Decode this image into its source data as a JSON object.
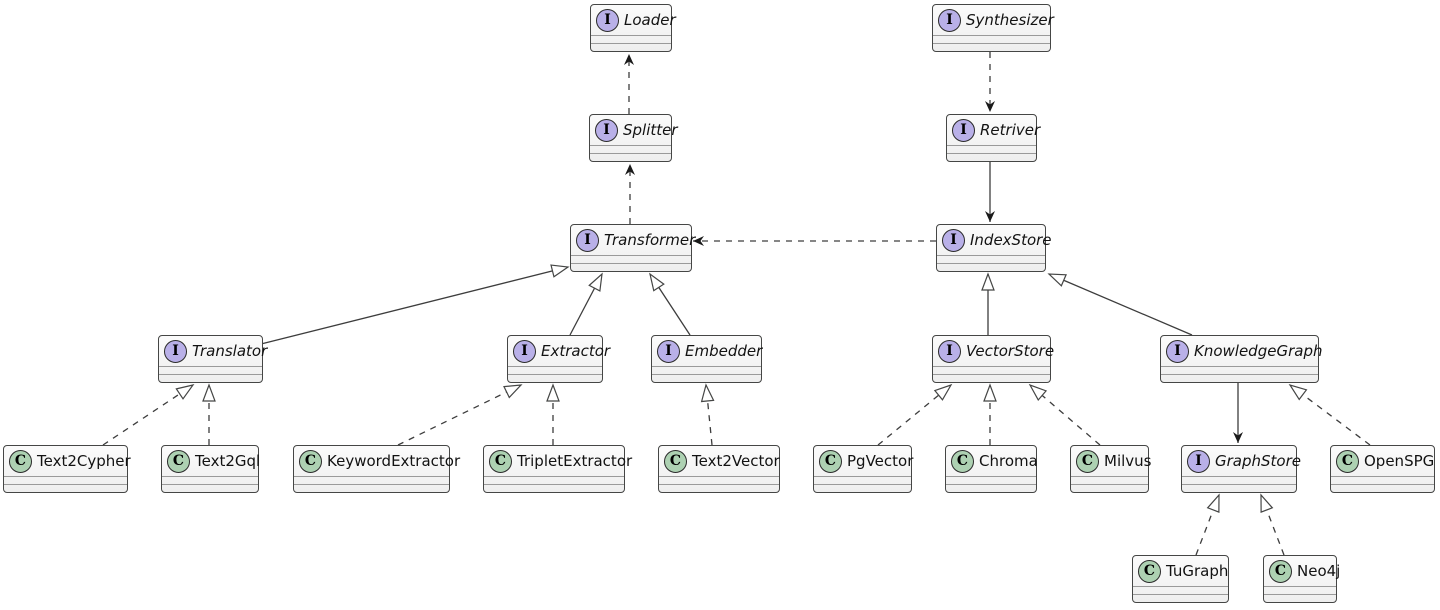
{
  "diagram_type": "uml-class-diagram",
  "colors": {
    "interface_badge": "#b9b0e8",
    "class_badge": "#add1b2",
    "node_fill": "#f1f1f2",
    "node_border": "#454645",
    "edge_stroke": "#3d3d3d"
  },
  "nodes": {
    "loader": {
      "label": "Loader",
      "type": "interface",
      "badge": "I"
    },
    "synthesizer": {
      "label": "Synthesizer",
      "type": "interface",
      "badge": "I"
    },
    "splitter": {
      "label": "Splitter",
      "type": "interface",
      "badge": "I"
    },
    "retriver": {
      "label": "Retriver",
      "type": "interface",
      "badge": "I"
    },
    "transformer": {
      "label": "Transformer",
      "type": "interface",
      "badge": "I"
    },
    "indexstore": {
      "label": "IndexStore",
      "type": "interface",
      "badge": "I"
    },
    "translator": {
      "label": "Translator",
      "type": "interface",
      "badge": "I"
    },
    "extractor": {
      "label": "Extractor",
      "type": "interface",
      "badge": "I"
    },
    "embedder": {
      "label": "Embedder",
      "type": "interface",
      "badge": "I"
    },
    "vectorstore": {
      "label": "VectorStore",
      "type": "interface",
      "badge": "I"
    },
    "knowledgegraph": {
      "label": "KnowledgeGraph",
      "type": "interface",
      "badge": "I"
    },
    "text2cypher": {
      "label": "Text2Cypher",
      "type": "class",
      "badge": "C"
    },
    "text2gql": {
      "label": "Text2Gql",
      "type": "class",
      "badge": "C"
    },
    "keywordextractor": {
      "label": "KeywordExtractor",
      "type": "class",
      "badge": "C"
    },
    "tripletextractor": {
      "label": "TripletExtractor",
      "type": "class",
      "badge": "C"
    },
    "text2vector": {
      "label": "Text2Vector",
      "type": "class",
      "badge": "C"
    },
    "pgvector": {
      "label": "PgVector",
      "type": "class",
      "badge": "C"
    },
    "chroma": {
      "label": "Chroma",
      "type": "class",
      "badge": "C"
    },
    "milvus": {
      "label": "Milvus",
      "type": "class",
      "badge": "C"
    },
    "graphstore": {
      "label": "GraphStore",
      "type": "interface",
      "badge": "I"
    },
    "openspg": {
      "label": "OpenSPG",
      "type": "class",
      "badge": "C"
    },
    "tugraph": {
      "label": "TuGraph",
      "type": "class",
      "badge": "C"
    },
    "neo4j": {
      "label": "Neo4j",
      "type": "class",
      "badge": "C"
    }
  },
  "edges": [
    {
      "from": "Splitter",
      "to": "Loader",
      "relation": "dependency",
      "line": "dashed",
      "head": "arrow"
    },
    {
      "from": "Transformer",
      "to": "Splitter",
      "relation": "dependency",
      "line": "dashed",
      "head": "arrow"
    },
    {
      "from": "Synthesizer",
      "to": "Retriver",
      "relation": "dependency",
      "line": "dashed",
      "head": "arrow"
    },
    {
      "from": "Retriver",
      "to": "IndexStore",
      "relation": "association",
      "line": "solid",
      "head": "arrow"
    },
    {
      "from": "IndexStore",
      "to": "Transformer",
      "relation": "dependency",
      "line": "dashed",
      "head": "arrow"
    },
    {
      "from": "Translator",
      "to": "Transformer",
      "relation": "generalization",
      "line": "solid",
      "head": "hollow-triangle"
    },
    {
      "from": "Extractor",
      "to": "Transformer",
      "relation": "generalization",
      "line": "solid",
      "head": "hollow-triangle"
    },
    {
      "from": "Embedder",
      "to": "Transformer",
      "relation": "generalization",
      "line": "solid",
      "head": "hollow-triangle"
    },
    {
      "from": "VectorStore",
      "to": "IndexStore",
      "relation": "generalization",
      "line": "solid",
      "head": "hollow-triangle"
    },
    {
      "from": "KnowledgeGraph",
      "to": "IndexStore",
      "relation": "generalization",
      "line": "solid",
      "head": "hollow-triangle"
    },
    {
      "from": "Text2Cypher",
      "to": "Translator",
      "relation": "realization",
      "line": "dashed",
      "head": "hollow-triangle"
    },
    {
      "from": "Text2Gql",
      "to": "Translator",
      "relation": "realization",
      "line": "dashed",
      "head": "hollow-triangle"
    },
    {
      "from": "KeywordExtractor",
      "to": "Extractor",
      "relation": "realization",
      "line": "dashed",
      "head": "hollow-triangle"
    },
    {
      "from": "TripletExtractor",
      "to": "Extractor",
      "relation": "realization",
      "line": "dashed",
      "head": "hollow-triangle"
    },
    {
      "from": "Text2Vector",
      "to": "Embedder",
      "relation": "realization",
      "line": "dashed",
      "head": "hollow-triangle"
    },
    {
      "from": "PgVector",
      "to": "VectorStore",
      "relation": "realization",
      "line": "dashed",
      "head": "hollow-triangle"
    },
    {
      "from": "Chroma",
      "to": "VectorStore",
      "relation": "realization",
      "line": "dashed",
      "head": "hollow-triangle"
    },
    {
      "from": "Milvus",
      "to": "VectorStore",
      "relation": "realization",
      "line": "dashed",
      "head": "hollow-triangle"
    },
    {
      "from": "KnowledgeGraph",
      "to": "GraphStore",
      "relation": "association",
      "line": "solid",
      "head": "arrow"
    },
    {
      "from": "OpenSPG",
      "to": "KnowledgeGraph",
      "relation": "realization",
      "line": "dashed",
      "head": "hollow-triangle"
    },
    {
      "from": "TuGraph",
      "to": "GraphStore",
      "relation": "realization",
      "line": "dashed",
      "head": "hollow-triangle"
    },
    {
      "from": "Neo4j",
      "to": "GraphStore",
      "relation": "realization",
      "line": "dashed",
      "head": "hollow-triangle"
    }
  ]
}
